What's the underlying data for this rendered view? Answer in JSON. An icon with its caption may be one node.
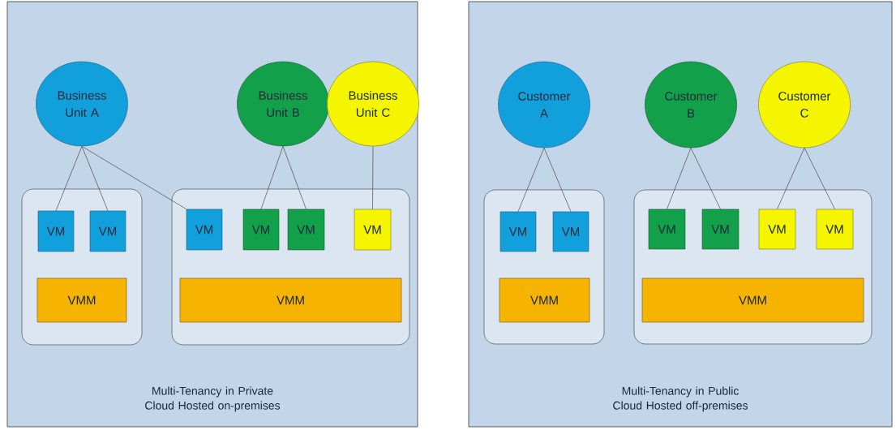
{
  "diagram": {
    "nodes": [
      {
        "text": [
          "Multi-Tenancy in Private Cloud Hosted on-premises"
        ]
      },
      {
        "text": [
          "Business Unit A"
        ],
        "in": 0
      },
      {
        "text": [
          "Business Unit B"
        ],
        "in": 0
      },
      {
        "text": [
          "Business Unit C"
        ],
        "in": 0
      },
      {
        "text": [],
        "shape": "box",
        "in": 0
      },
      {
        "text": [
          "VM"
        ],
        "in": 4
      },
      {
        "text": [
          "VM"
        ],
        "in": 4
      },
      {
        "text": [
          "VMM"
        ],
        "in": 4
      },
      {
        "text": [],
        "shape": "box",
        "in": 0
      },
      {
        "text": [
          "VM"
        ],
        "in": 8
      },
      {
        "text": [
          "VM"
        ],
        "in": 8
      },
      {
        "text": [
          "VM"
        ],
        "in": 8
      },
      {
        "text": [
          "VM"
        ],
        "in": 8
      },
      {
        "text": [
          "VMM"
        ],
        "in": 8
      },
      {
        "text": [
          "Multi-Tenancy in Public Cloud Hosted off-premises"
        ]
      },
      {
        "text": [
          "Customer A"
        ],
        "in": 14
      },
      {
        "text": [
          "Customer B"
        ],
        "in": 14
      },
      {
        "text": [
          "Customer C"
        ],
        "in": 14
      },
      {
        "text": [],
        "shape": "box",
        "in": 14
      },
      {
        "text": [
          "VM"
        ],
        "in": 18
      },
      {
        "text": [
          "VM"
        ],
        "in": 18
      },
      {
        "text": [
          "VMM"
        ],
        "in": 18
      },
      {
        "text": [],
        "shape": "box",
        "in": 14
      },
      {
        "text": [
          "VM"
        ],
        "in": 22
      },
      {
        "text": [
          "VM"
        ],
        "in": 22
      },
      {
        "text": [
          "VM"
        ],
        "in": 22
      },
      {
        "text": [
          "VM"
        ],
        "in": 22
      },
      {
        "text": [
          "VMM"
        ],
        "in": 22
      }
    ],
    "edges": [
      {
        "from": 1,
        "to": 5,
        "arrow": "none"
      },
      {
        "from": 1,
        "to": 6,
        "arrow": "none"
      },
      {
        "from": 1,
        "to": 9,
        "arrow": "none"
      },
      {
        "from": 2,
        "to": 10,
        "arrow": "none"
      },
      {
        "from": 2,
        "to": 11,
        "arrow": "none"
      },
      {
        "from": 3,
        "to": 12,
        "arrow": "none"
      },
      {
        "from": 15,
        "to": 19,
        "arrow": "none"
      },
      {
        "from": 15,
        "to": 20,
        "arrow": "none"
      },
      {
        "from": 16,
        "to": 23,
        "arrow": "none"
      },
      {
        "from": 16,
        "to": 24,
        "arrow": "none"
      },
      {
        "from": 17,
        "to": 25,
        "arrow": "none"
      },
      {
        "from": 17,
        "to": 26,
        "arrow": "none"
      }
    ]
  }
}
